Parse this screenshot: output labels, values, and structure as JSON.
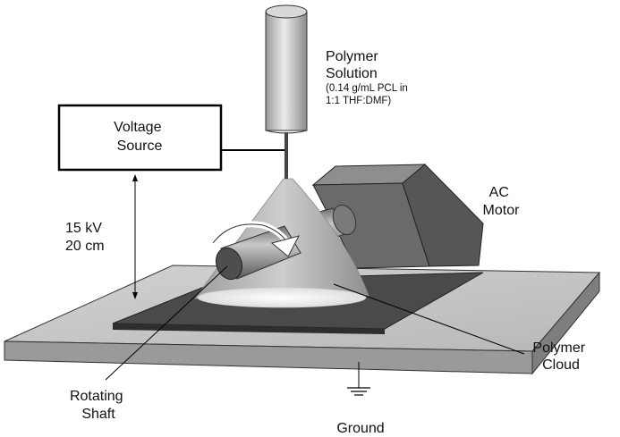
{
  "labels": {
    "polymer_solution": {
      "line1": "Polymer",
      "line2": "Solution",
      "detail1": "(0.14 g/mL PCL in",
      "detail2": "1:1 THF:DMF)"
    },
    "voltage_source": {
      "line1": "Voltage",
      "line2": "Source"
    },
    "distance": {
      "voltage": "15 kV",
      "length": "20 cm"
    },
    "ac_motor": {
      "line1": "AC",
      "line2": "Motor"
    },
    "polymer_cloud": {
      "line1": "Polymer",
      "line2": "Cloud"
    },
    "rotating_shaft": {
      "line1": "Rotating",
      "line2": "Shaft"
    },
    "ground": "Ground"
  },
  "colors": {
    "platform_top": "#c4c4c4",
    "platform_front": "#9a9a9a",
    "collector_plate": "#4a4a4a",
    "motor_front": "#6a6a6a",
    "cone": "#b4b4b4",
    "syringe": "#cfcfcf",
    "shaft": "#8c8c8c"
  }
}
